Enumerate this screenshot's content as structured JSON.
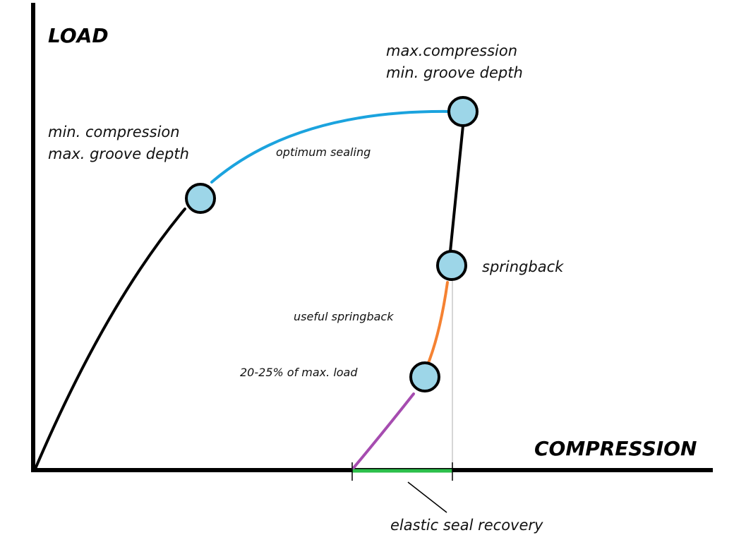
{
  "axes": {
    "y_label": "LOAD",
    "x_label": "COMPRESSION"
  },
  "points": {
    "min_compression": {
      "line1": "min. compression",
      "line2": "max. groove depth"
    },
    "max_compression": {
      "line1": "max.compression",
      "line2": "min. groove depth"
    },
    "springback": {
      "label": "springback"
    },
    "residual_load": {
      "label": "20-25% of max. load"
    }
  },
  "segments": {
    "optimum_sealing": "optimum sealing",
    "useful_springback": "useful springback",
    "elastic_seal_recovery": "elastic seal recovery"
  },
  "colors": {
    "axis": "#000000",
    "initial_loading": "#000000",
    "optimum_sealing": "#1ba3de",
    "unloading": "#000000",
    "useful_springback": "#f58232",
    "final_unloading": "#a64cb0",
    "elastic_recovery": "#2bbf4a",
    "point_fill": "#9dd6e8",
    "guide_line": "#c8c8c8"
  }
}
